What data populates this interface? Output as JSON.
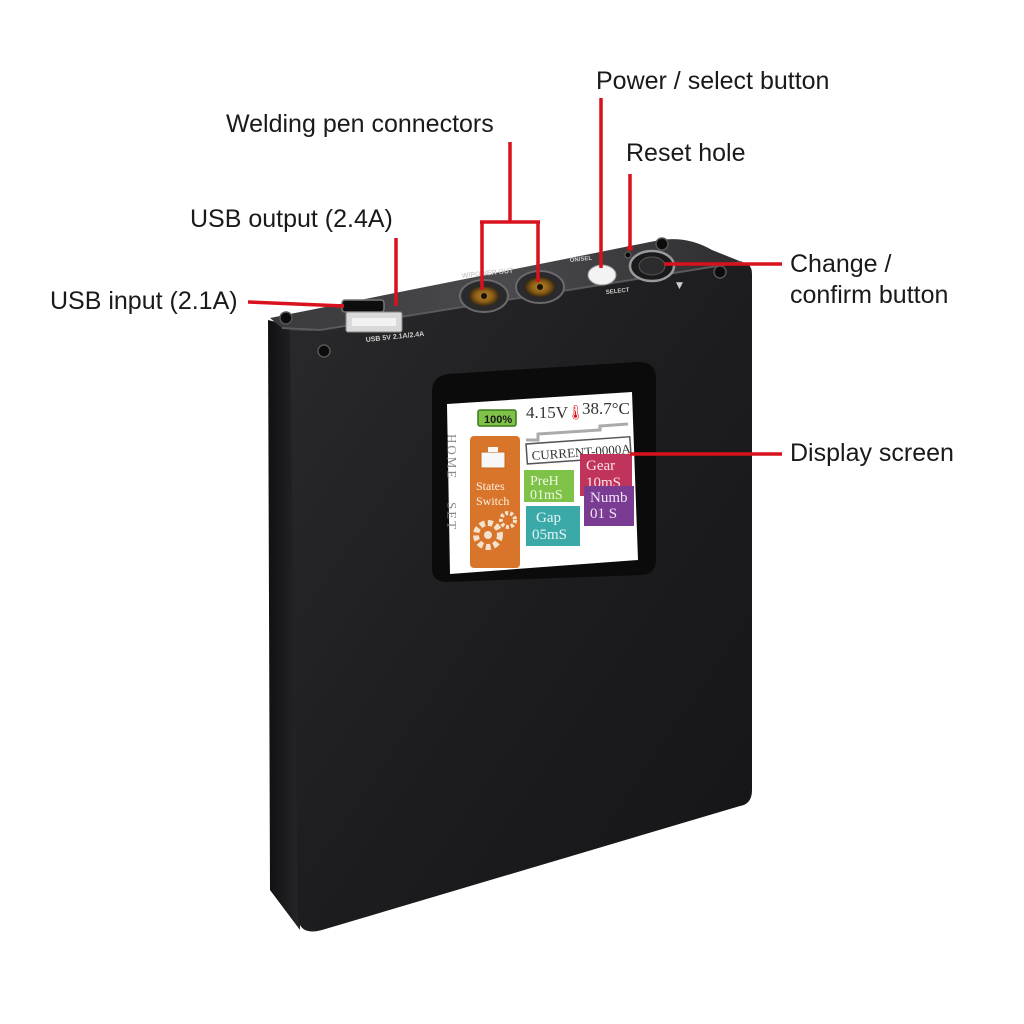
{
  "labels": {
    "power_select": "Power / select button",
    "welding_pen": "Welding pen connectors",
    "reset_hole": "Reset hole",
    "usb_output": "USB output (2.4A)",
    "change_confirm_line1": "Change /",
    "change_confirm_line2": "confirm button",
    "usb_input": "USB input (2.1A)",
    "display_screen": "Display screen"
  },
  "device_markings": {
    "usb_port": "USB 5V 2.1A/2.4A",
    "pen_out": "W/POWER OUT",
    "on_sel": "ON/SEL",
    "select": "SELECT"
  },
  "screen": {
    "battery": "100%",
    "voltage": "4.15V",
    "temperature": "38.7°C",
    "side_home": "HOME",
    "side_set": "SET",
    "current": "CURRENT-0000A",
    "states_line1": "States",
    "states_line2": "Switch",
    "preh_label": "PreH",
    "preh_value": "01mS",
    "gear_label": "Gear",
    "gear_value": "10mS",
    "gap_label": "Gap",
    "gap_value": "05mS",
    "numb_label": "Numb",
    "numb_value": "01 S"
  },
  "colors": {
    "leader_line": "#d8121c",
    "device_body": "#1c1c1e",
    "tile_orange": "#d9752a",
    "tile_green": "#7ec247",
    "tile_red": "#c0335b",
    "tile_teal": "#3aa9a8",
    "tile_purple": "#7a3c93"
  }
}
